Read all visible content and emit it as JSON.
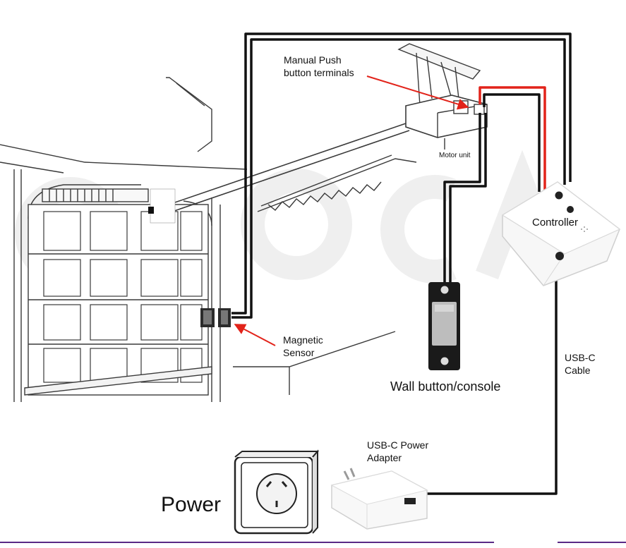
{
  "labels": {
    "manual_push": "Manual Push\nbutton terminals",
    "motor_unit": "Motor unit",
    "controller": "Controller",
    "magnetic_sensor": "Magnetic\nSensor",
    "wall_button": "Wall button/console",
    "usb_c_cable": "USB-C\nCable",
    "usb_c_adapter": "USB-C Power\nAdapter",
    "power": "Power"
  },
  "colors": {
    "wire_dark": "#111111",
    "wire_red": "#e2231a",
    "arrow_red": "#e2231a",
    "line_art": "#3a3a3a",
    "watermark": "#ececec",
    "bottom_strip": "#5a2a86"
  }
}
